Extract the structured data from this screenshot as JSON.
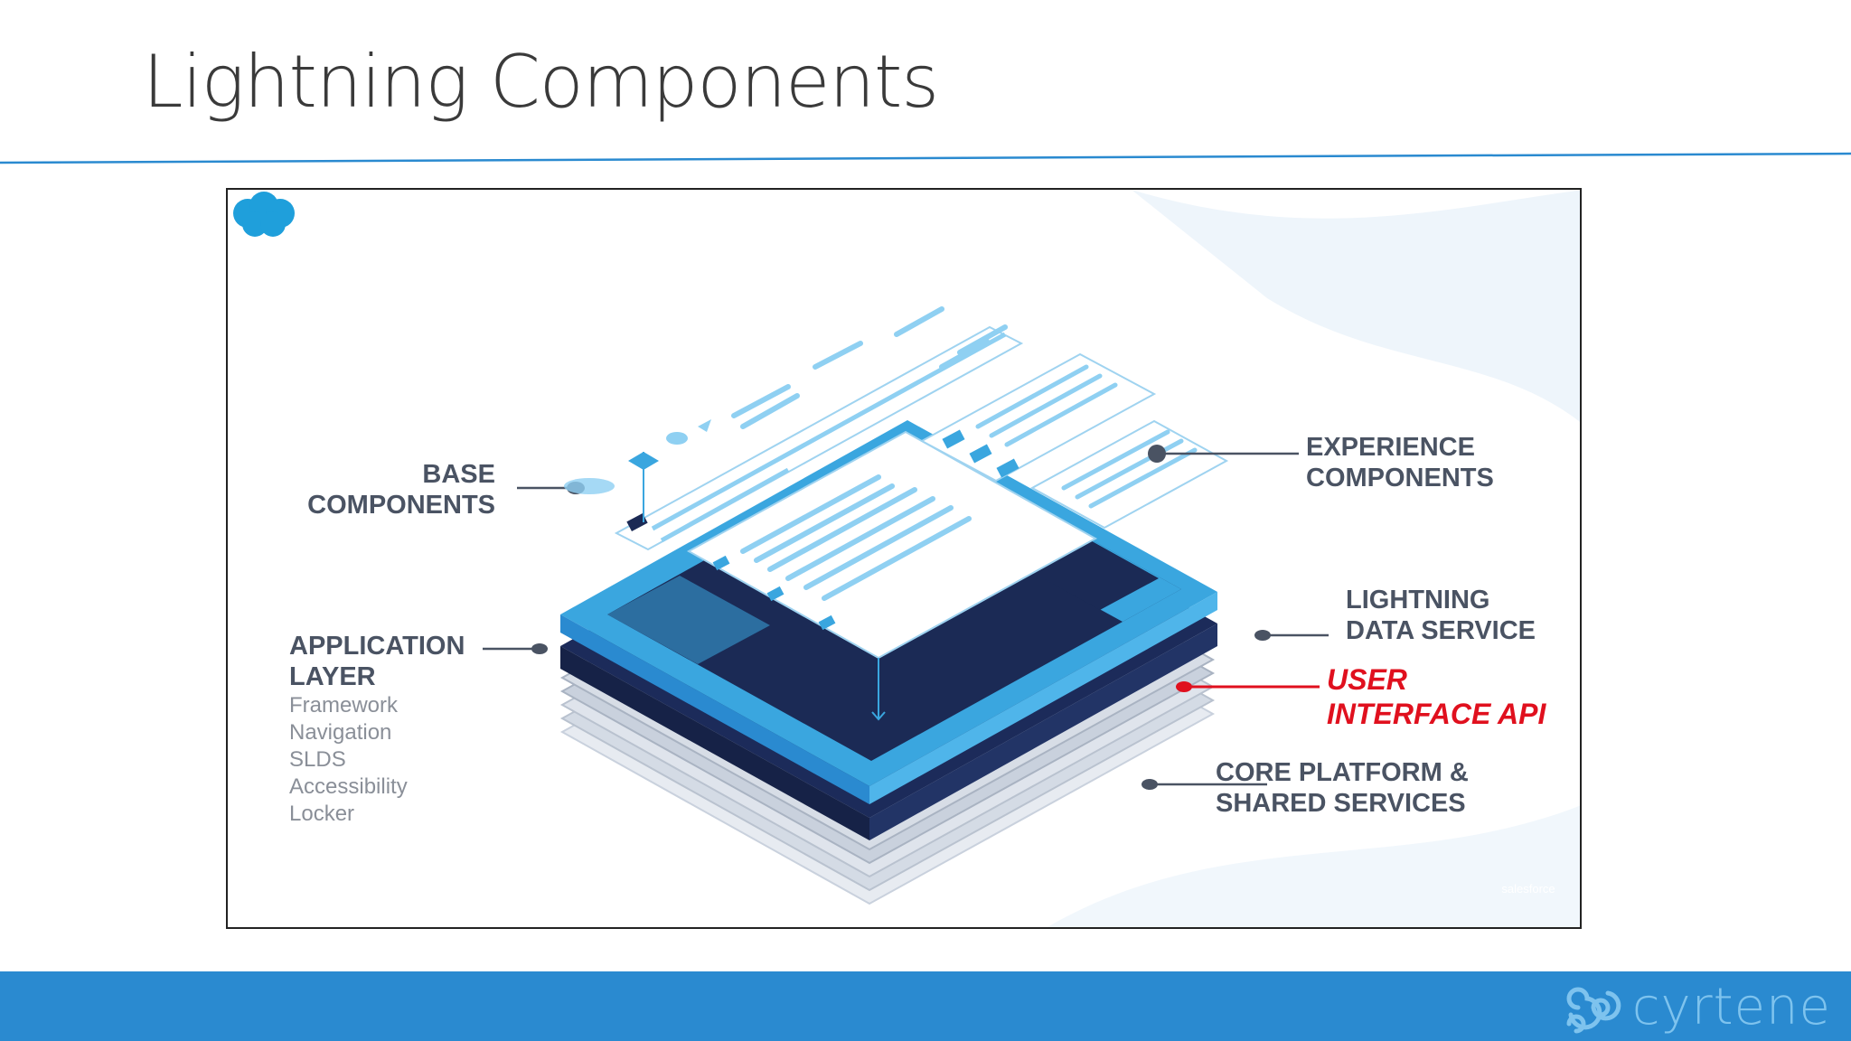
{
  "slide": {
    "title": "Lightning Components"
  },
  "diagram": {
    "labels": {
      "base_components": [
        "BASE",
        "COMPONENTS"
      ],
      "experience_components": [
        "EXPERIENCE",
        "COMPONENTS"
      ],
      "application_layer": [
        "APPLICATION",
        "LAYER"
      ],
      "application_layer_items": [
        "Framework",
        "Navigation",
        "SLDS",
        "Accessibility",
        "Locker"
      ],
      "lightning_data_service": [
        "LIGHTNING",
        "DATA SERVICE"
      ],
      "user_interface_api": [
        "USER",
        "INTERFACE API"
      ],
      "core_platform": [
        "CORE PLATFORM &",
        "SHARED SERVICES"
      ]
    },
    "badge": "salesforce"
  },
  "footer": {
    "brand": "cyrtene"
  },
  "colors": {
    "accent": "#2a8ad0",
    "navy": "#1b2a55",
    "sky": "#3aa6df",
    "highlight_red": "#e0101e",
    "label_gray": "#4a5363"
  },
  "icons": [
    "salesforce-cloud-icon",
    "cyrtene-swirl-icon"
  ]
}
